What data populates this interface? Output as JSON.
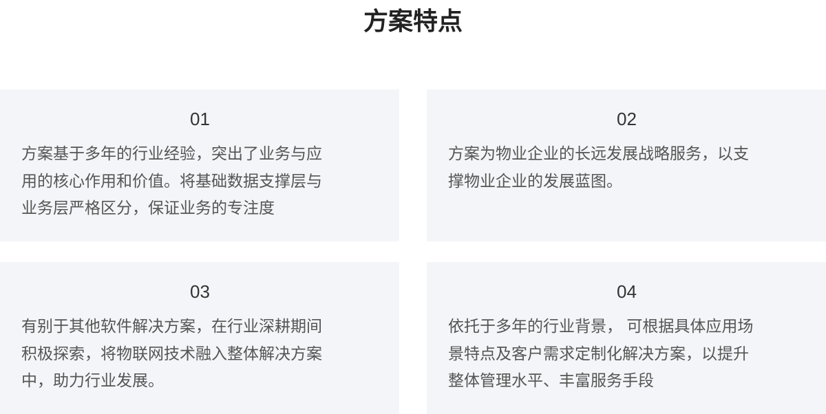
{
  "title": "方案特点",
  "cards": [
    {
      "num": "01",
      "lines": [
        "方案基于多年的行业经验，突出了业务与应",
        "用的核心作用和价值。将基础数据支撑层与",
        "业务层严格区分，保证业务的专注度"
      ]
    },
    {
      "num": "02",
      "lines": [
        "方案为物业企业的长远发展战略服务，以支",
        "撑物业企业的发展蓝图。"
      ]
    },
    {
      "num": "03",
      "lines": [
        "有别于其他软件解决方案，在行业深耕期间",
        "积极探索，将物联网技术融入整体解决方案",
        "中，助力行业发展。"
      ]
    },
    {
      "num": "04",
      "lines": [
        "依托于多年的行业背景， 可根据具体应用场",
        "景特点及客户需求定制化解决方案，以提升",
        "整体管理水平、丰富服务手段"
      ]
    }
  ]
}
